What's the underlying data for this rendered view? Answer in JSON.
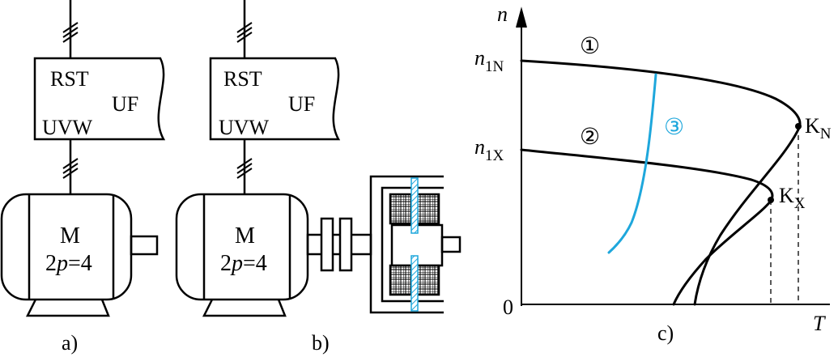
{
  "panel_a": {
    "inverter_input": "RST",
    "inverter_output": "UVW",
    "inverter_name": "UF",
    "motor_name": "M",
    "motor_pole_prefix": "2",
    "motor_pole_var": "p",
    "motor_pole_suffix": "=4",
    "caption": "a)"
  },
  "panel_b": {
    "inverter_input": "RST",
    "inverter_output": "UVW",
    "inverter_name": "UF",
    "motor_name": "M",
    "motor_pole_prefix": "2",
    "motor_pole_var": "p",
    "motor_pole_suffix": "=4",
    "caption": "b)"
  },
  "panel_c": {
    "y_axis_label": "n",
    "x_axis_label": "T",
    "origin_label": "0",
    "n1N_main": "n",
    "n1N_sub": "1N",
    "n1X_main": "n",
    "n1X_sub": "1X",
    "curve1_label": "①",
    "curve2_label": "②",
    "curve3_label": "③",
    "kn_main": "K",
    "kn_sub": "N",
    "kx_main": "K",
    "kx_sub": "X",
    "caption": "c)"
  },
  "colors": {
    "line": "#000000",
    "accent": "#1ea7dc"
  }
}
